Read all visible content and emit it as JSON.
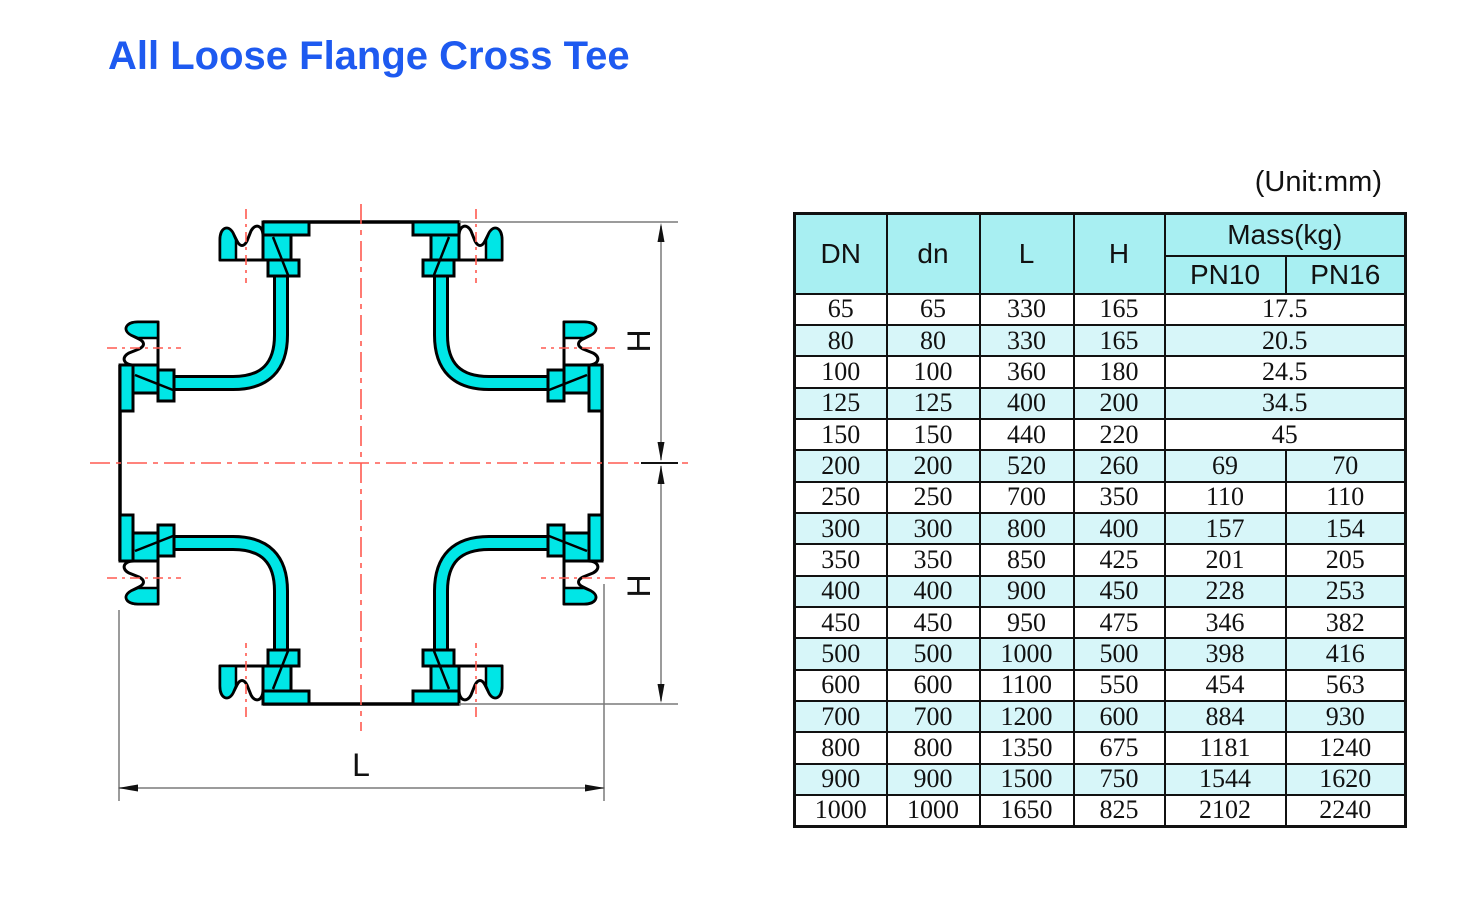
{
  "page": {
    "title": "All Loose Flange Cross Tee",
    "unit_note": "(Unit:mm)"
  },
  "drawing": {
    "type": "technical-cross-section",
    "description": "Cross-section of an all loose flange cross tee with four flanged ends, red dash-dot centerlines and dimension callouts",
    "labels": {
      "height_top": "H",
      "height_bottom": "H",
      "length": "L"
    },
    "colors": {
      "fitting_fill": "#00E6E6",
      "outline": "#000000",
      "centerline_red": "#FF5A50",
      "dimension_gray": "#7A7A7A",
      "title_blue": "#1E5AF0",
      "table_header_cyan": "#A8EFF2",
      "table_stripe_cyan": "#D7F6F9"
    }
  },
  "chart_data": {
    "type": "table",
    "title": "All Loose Flange Cross Tee dimensions",
    "unit": "mm",
    "columns": [
      "DN",
      "dn",
      "L",
      "H",
      "Mass(kg) PN10",
      "Mass(kg) PN16"
    ],
    "rows_note": "rows with 5 values have a single mass value merged across PN10 and PN16"
  },
  "table": {
    "columns": [
      "DN",
      "dn",
      "L",
      "H"
    ],
    "mass_group_header": "Mass(kg)",
    "mass_subcolumns": [
      "PN10",
      "PN16"
    ],
    "rows": [
      [
        "65",
        "65",
        "330",
        "165",
        "17.5"
      ],
      [
        "80",
        "80",
        "330",
        "165",
        "20.5"
      ],
      [
        "100",
        "100",
        "360",
        "180",
        "24.5"
      ],
      [
        "125",
        "125",
        "400",
        "200",
        "34.5"
      ],
      [
        "150",
        "150",
        "440",
        "220",
        "45"
      ],
      [
        "200",
        "200",
        "520",
        "260",
        "69",
        "70"
      ],
      [
        "250",
        "250",
        "700",
        "350",
        "110",
        "110"
      ],
      [
        "300",
        "300",
        "800",
        "400",
        "157",
        "154"
      ],
      [
        "350",
        "350",
        "850",
        "425",
        "201",
        "205"
      ],
      [
        "400",
        "400",
        "900",
        "450",
        "228",
        "253"
      ],
      [
        "450",
        "450",
        "950",
        "475",
        "346",
        "382"
      ],
      [
        "500",
        "500",
        "1000",
        "500",
        "398",
        "416"
      ],
      [
        "600",
        "600",
        "1100",
        "550",
        "454",
        "563"
      ],
      [
        "700",
        "700",
        "1200",
        "600",
        "884",
        "930"
      ],
      [
        "800",
        "800",
        "1350",
        "675",
        "1181",
        "1240"
      ],
      [
        "900",
        "900",
        "1500",
        "750",
        "1544",
        "1620"
      ],
      [
        "1000",
        "1000",
        "1650",
        "825",
        "2102",
        "2240"
      ]
    ]
  }
}
